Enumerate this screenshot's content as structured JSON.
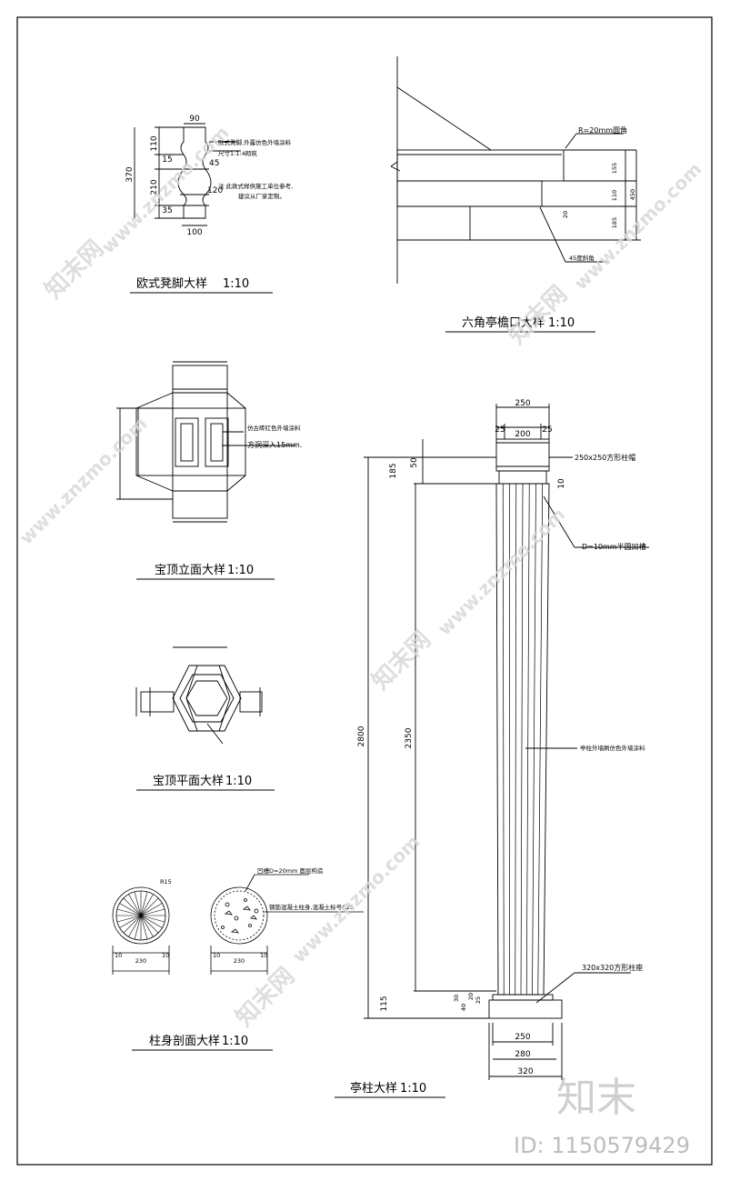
{
  "titles": {
    "baluster_foot": "欧式凳脚大样",
    "eave": "六角亭檐口大样",
    "finial_elevation": "宝顶立面大样",
    "finial_plan": "宝顶平面大样",
    "shaft_section": "柱身剖面大样",
    "column": "亭柱大样"
  },
  "scale": "1:10",
  "notes": {
    "baluster_1": "欧式凳脚,外露仿色外墙涂料",
    "baluster_2": "尺寸1:1:4砌筑",
    "baluster_3": "注   此款式样供施工单位参考,",
    "baluster_4": "建议从厂家定制。",
    "eave_fillet": "R=20mm圆角",
    "eave_chamfer": "45度斜角",
    "finial_paint": "仿古砖红色外墙涂料",
    "finial_hole": "方洞深入15mm.",
    "shaft_note_1": "凹槽D=20mm 面层构造",
    "shaft_note_2": "钢筋混凝土柱身,混凝土标号C25",
    "cap_note": "250x250方形柱帽",
    "flute_note": "D=10mm半圆凹槽",
    "shaft_paint": "亭柱外墙刷仿色外墙涂料",
    "base_note": "320x320方形柱座"
  },
  "dims": {
    "bal_top": "90",
    "bal_bottom": "100",
    "bal_total": "370",
    "bal_a": "110",
    "bal_b": "15",
    "bal_c": "210",
    "bal_d": "35",
    "bal_e": "45",
    "bal_f": "120",
    "eave_a": "155",
    "eave_b": "110",
    "eave_c": "185",
    "eave_total": "450",
    "eave_d": "20",
    "col_cap": "250",
    "col_cap_side_l": "25",
    "col_cap_inner": "200",
    "col_cap_side_r": "25",
    "col_cap_h": "50",
    "col_top": "185",
    "col_r": "10",
    "col_total": "2800",
    "col_shaft": "2350",
    "col_base_h": "115",
    "col_b1": "30",
    "col_b2": "20",
    "col_b3": "40",
    "col_b4": "25",
    "col_base_a": "250",
    "col_base_b": "280",
    "col_base_c": "320",
    "sec_d": "230",
    "sec_side": "10",
    "sec_r": "R15"
  },
  "watermark": {
    "brand_cn": "知末网",
    "site": "www.znzmo.com",
    "logo": "知末",
    "id": "ID: 1150579429"
  }
}
